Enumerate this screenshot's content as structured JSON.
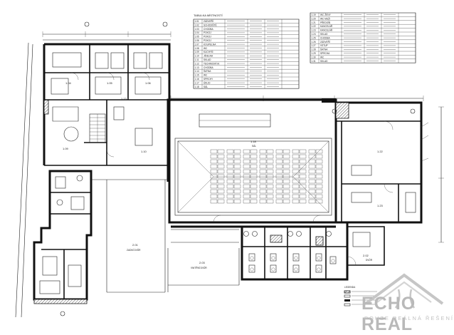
{
  "plan": {
    "table_title": "TABULKA MÍSTNOSTÍ",
    "room_table_left": [
      {
        "no": "1.01",
        "name": "ZÁDVEŘÍ"
      },
      {
        "no": "1.02",
        "name": "SCHODIŠTĚ"
      },
      {
        "no": "1.03",
        "name": "CHODBA"
      },
      {
        "no": "1.04",
        "name": "POKOJ"
      },
      {
        "no": "1.05",
        "name": "POKOJ"
      },
      {
        "no": "1.06",
        "name": "POKOJ"
      },
      {
        "no": "1.07",
        "name": "KOUPELNA"
      },
      {
        "no": "1.08",
        "name": "WC"
      },
      {
        "no": "1.09",
        "name": "KUCHYŇ"
      },
      {
        "no": "1.10",
        "name": "JÍDELNA"
      },
      {
        "no": "1.11",
        "name": "SKLAD"
      },
      {
        "no": "1.12",
        "name": "TECHNICKÁ M."
      },
      {
        "no": "1.13",
        "name": "CHODBA"
      },
      {
        "no": "1.14",
        "name": "ŠATNA"
      },
      {
        "no": "1.15",
        "name": "WC"
      },
      {
        "no": "1.16",
        "name": "SPRCHY"
      },
      {
        "no": "1.17",
        "name": "ÚKLID"
      },
      {
        "no": "1.18",
        "name": "SÁL"
      }
    ],
    "room_table_right": [
      {
        "no": "1.19",
        "name": "WC ŽENY"
      },
      {
        "no": "1.20",
        "name": "WC MUŽI"
      },
      {
        "no": "1.21",
        "name": "PŘEDSÍŇ"
      },
      {
        "no": "1.22",
        "name": "KANCELÁŘ"
      },
      {
        "no": "1.23",
        "name": "KANCELÁŘ"
      },
      {
        "no": "1.24",
        "name": "SKLAD"
      },
      {
        "no": "1.25",
        "name": "CHODBA"
      },
      {
        "no": "1.26",
        "name": "ZÁDVEŘÍ"
      },
      {
        "no": "1.27",
        "name": "VSTUP"
      },
      {
        "no": "1.28",
        "name": "ŠATNA"
      },
      {
        "no": "1.29",
        "name": "SPRCHA"
      },
      {
        "no": "1.30",
        "name": "WC"
      },
      {
        "no": "1.31",
        "name": "SKLAD"
      }
    ],
    "room_labels": {
      "room_104": "1.04",
      "room_105": "1.05",
      "room_106": "1.06",
      "room_109": "1.09",
      "room_110": "1.10",
      "room_113": "1.13",
      "hall": "1.18",
      "hall_name": "SÁL",
      "office_a": "1.22",
      "office_b": "1.23",
      "yard": "2.01",
      "yard_name": "ZADNÍ DVŮR",
      "courtyard": "2.02",
      "courtyard_name": "DVŮR",
      "terrace": "2.03",
      "terrace_name": "VNITŘNÍ DVŮR"
    },
    "legend_title": "LEGENDA"
  },
  "brand": {
    "name": "ECHO REAL",
    "tagline": "POUZE REÁLNÁ ŘEŠENÍ",
    "logo_color": "#c0c0c0"
  }
}
